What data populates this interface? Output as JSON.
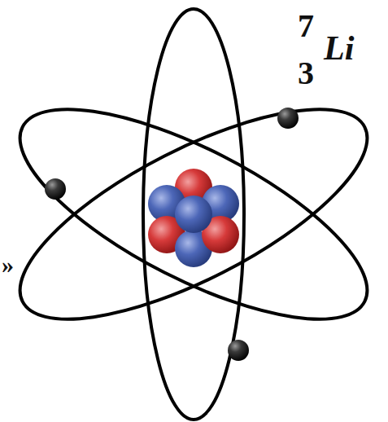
{
  "diagram": {
    "labels": [
      "7",
      "3",
      "Li",
      "»"
    ]
  }
}
